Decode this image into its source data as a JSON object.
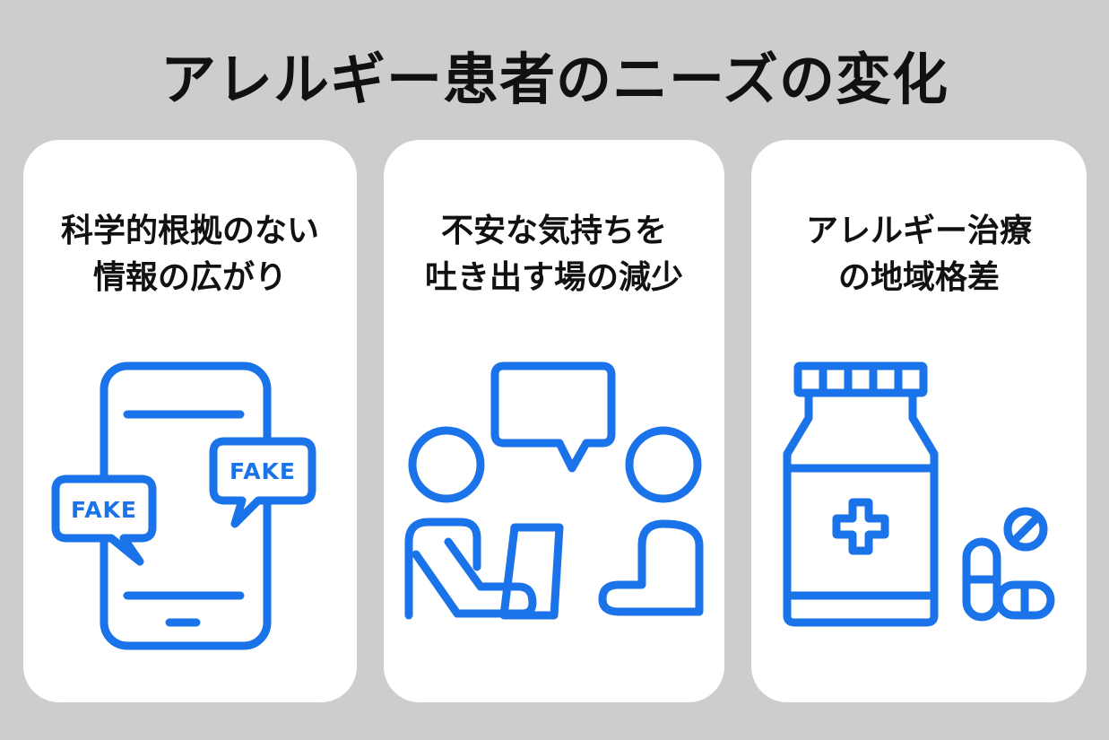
{
  "title": "アレルギー患者のニーズの変化",
  "cards": [
    {
      "lines": [
        "科学的根拠のない",
        "情報の広がり"
      ],
      "icon": "smartphone-fake-news-icon",
      "bubbles": [
        "FAKE",
        "FAKE"
      ]
    },
    {
      "lines": [
        "不安な気持ちを",
        "吐き出す場の減少"
      ],
      "icon": "consultation-conversation-icon"
    },
    {
      "lines": [
        "アレルギー治療",
        "の地域格差"
      ],
      "icon": "medicine-bottle-pills-icon"
    }
  ],
  "colors": {
    "background": "#cdcdcd",
    "card": "#ffffff",
    "accent": "#1a73e8",
    "text": "#111111"
  }
}
